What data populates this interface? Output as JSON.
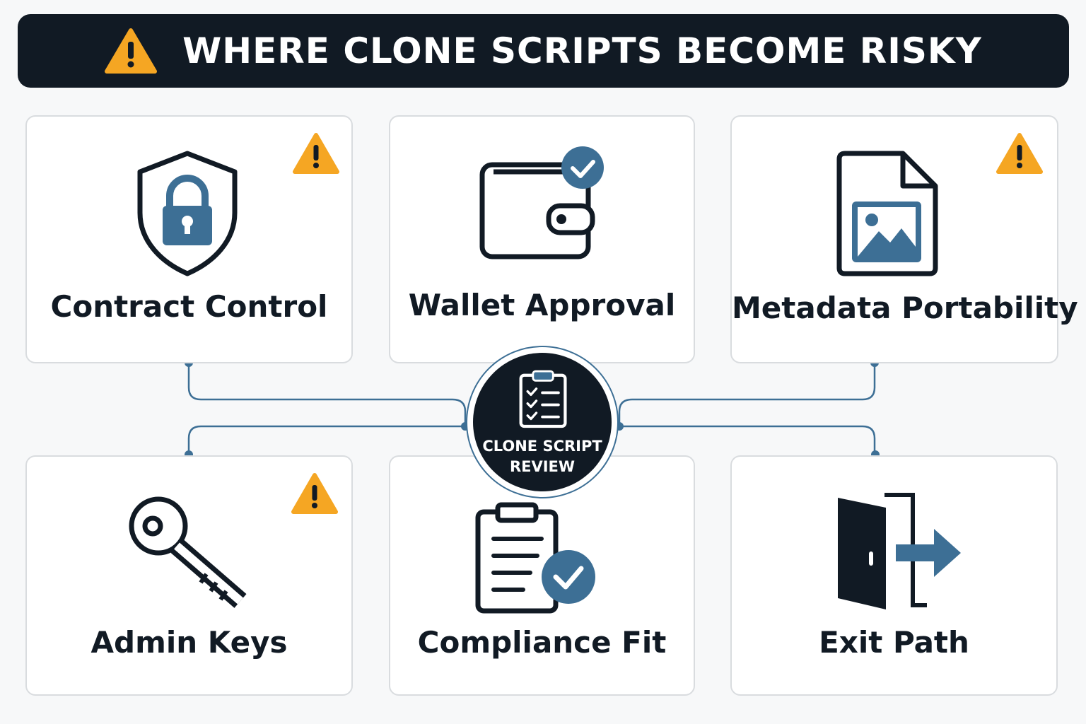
{
  "header": {
    "title": "WHERE CLONE SCRIPTS BECOME RISKY",
    "icon": "warning-triangle-icon"
  },
  "hub": {
    "line1": "CLONE SCRIPT",
    "line2": "REVIEW",
    "icon": "clipboard-checklist-icon"
  },
  "cards": [
    {
      "label": "Contract Control",
      "icon": "shield-lock-icon",
      "warning": true
    },
    {
      "label": "Wallet Approval",
      "icon": "wallet-check-icon",
      "warning": false
    },
    {
      "label": "Metadata Portability",
      "icon": "image-file-icon",
      "warning": true
    },
    {
      "label": "Admin Keys",
      "icon": "key-icon",
      "warning": true
    },
    {
      "label": "Compliance Fit",
      "icon": "clipboard-check-icon",
      "warning": false
    },
    {
      "label": "Exit Path",
      "icon": "exit-door-icon",
      "warning": false
    }
  ],
  "colors": {
    "navy": "#111a24",
    "accent_blue": "#3d6f95",
    "warning_orange": "#f5a623",
    "card_border": "#d9dcdf"
  }
}
